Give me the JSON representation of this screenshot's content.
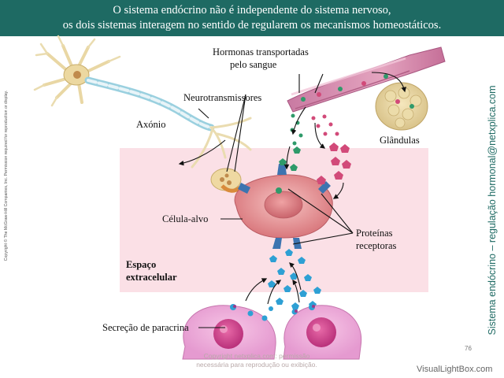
{
  "header": {
    "line1": "O sistema endócrino não é independente do sistema nervoso,",
    "line2": "os dois sistemas interagem no sentido de regularem os mecanismos homeostáticos."
  },
  "labels": {
    "hormonas_1": "Hormonas transportadas",
    "hormonas_2": "pelo sangue",
    "neurotransmissores": "Neurotransmissores",
    "axonio": "Axónio",
    "glandulas": "Glândulas",
    "celula_alvo": "Célula-alvo",
    "proteinas_1": "Proteínas",
    "proteinas_2": "receptoras",
    "espaco_1": "Espaço",
    "espaco_2": "extracelular",
    "secrecao": "Secreção de paracrina"
  },
  "copyright": "Copyright © The McGraw-Hill Companies, Inc. Permission required for reproduction or display.",
  "side_caption": "Sistema endócrino – regulação hormonal@netxplica.com",
  "watermark": {
    "line1": "Copyright netxplica.com: permissão",
    "line2": "necessária para reprodução ou exibição."
  },
  "page_number": "76",
  "footer_brand": "VisualLightBox.com",
  "colors": {
    "header_bg": "#1e6a63",
    "extracellular_bg": "#fbe0e6",
    "cell": "#e89a9e",
    "receptor": "#3d74b0",
    "neurotransmitter": "#2f9a6a",
    "hormone": "#d24a79",
    "paracrine": "#2ea0d4",
    "vessel": "#d88aa8"
  }
}
